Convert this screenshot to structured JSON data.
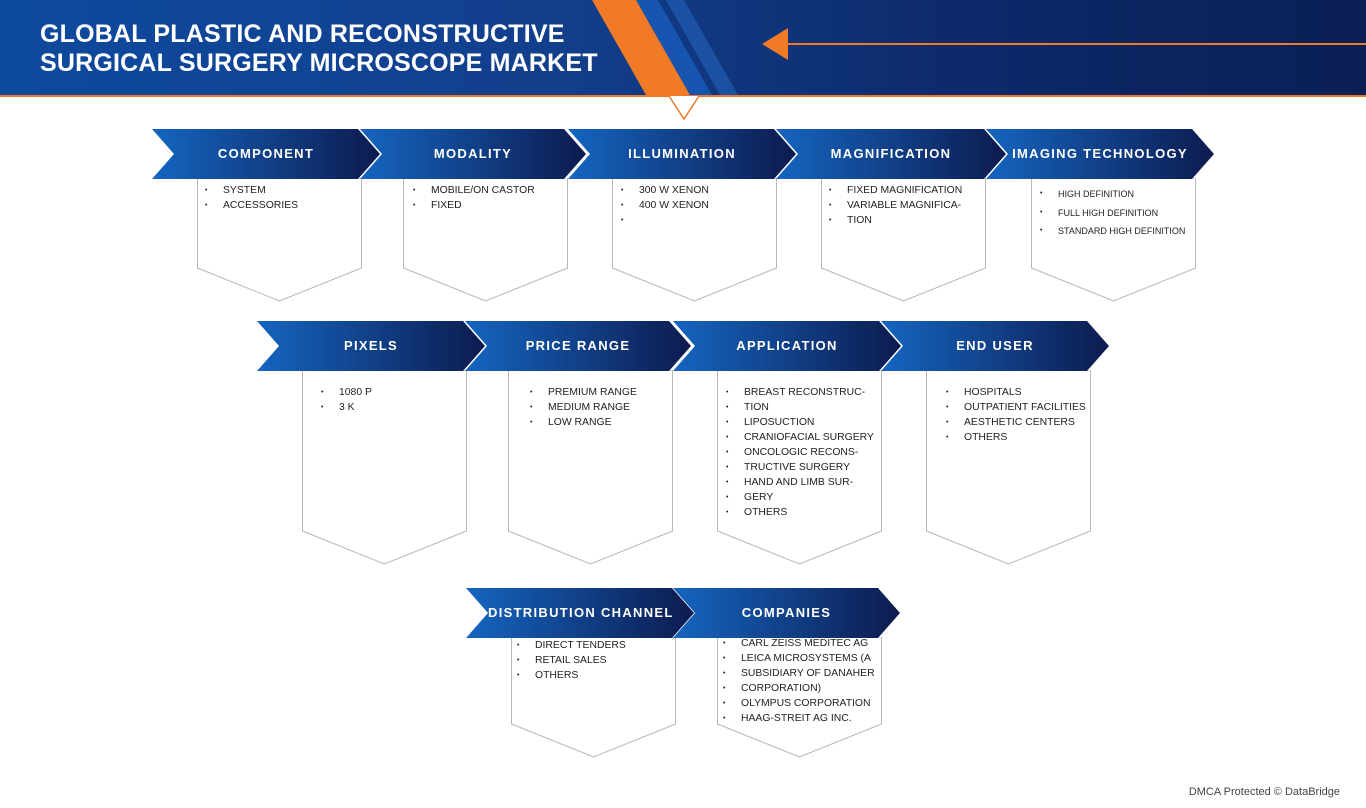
{
  "header": {
    "title_line1": "GLOBAL PLASTIC AND RECONSTRUCTIVE",
    "title_line2": "SURGICAL SURGERY MICROSCOPE MARKET"
  },
  "colors": {
    "banner_start": "#0e4a9e",
    "banner_end": "#0a1f55",
    "accent_orange": "#f07a25",
    "arrow_light": "#1565c0",
    "arrow_dark": "#0d1b4f",
    "box_border": "#b8b8b8"
  },
  "segments": [
    {
      "label": "COMPONENT",
      "items": [
        "SYSTEM",
        "ACCESSORIES"
      ]
    },
    {
      "label": "MODALITY",
      "items": [
        "MOBILE/ON CASTOR",
        "FIXED"
      ]
    },
    {
      "label": "ILLUMINATION",
      "items": [
        "300 W XENON",
        "400 W XENON",
        ""
      ]
    },
    {
      "label": "MAGNIFICATION",
      "items": [
        "FIXED MAGNIFICATION",
        "VARIABLE MAGNIFICA-",
        "TION"
      ]
    },
    {
      "label": "IMAGING TECHNOLOGY",
      "items": [
        "HIGH DEFINITION",
        "FULL HIGH DEFINITION",
        "STANDARD HIGH DEFINITION"
      ]
    },
    {
      "label": "PIXELS",
      "items": [
        "1080 P",
        "3 K"
      ]
    },
    {
      "label": "PRICE RANGE",
      "items": [
        "PREMIUM RANGE",
        "MEDIUM RANGE",
        "LOW RANGE"
      ]
    },
    {
      "label": "APPLICATION",
      "items": [
        "BREAST RECONSTRUC-",
        "TION",
        "LIPOSUCTION",
        "CRANIOFACIAL SURGERY",
        "ONCOLOGIC RECONS-",
        "TRUCTIVE SURGERY",
        "HAND AND LIMB SUR-",
        "GERY",
        "OTHERS"
      ]
    },
    {
      "label": "END USER",
      "items": [
        "HOSPITALS",
        "OUTPATIENT FACILITIES",
        "AESTHETIC CENTERS",
        "OTHERS"
      ]
    },
    {
      "label": "DISTRIBUTION CHANNEL",
      "items": [
        "DIRECT TENDERS",
        "RETAIL SALES",
        "OTHERS"
      ]
    },
    {
      "label": "COMPANIES",
      "items": [
        "CARL ZEISS MEDITEC AG",
        "LEICA MICROSYSTEMS (A",
        "SUBSIDIARY OF DANAHER",
        "CORPORATION)",
        "OLYMPUS CORPORATION",
        "HAAG-STREIT AG  INC."
      ]
    }
  ],
  "footer": {
    "text": "DMCA Protected © DataBridge"
  }
}
